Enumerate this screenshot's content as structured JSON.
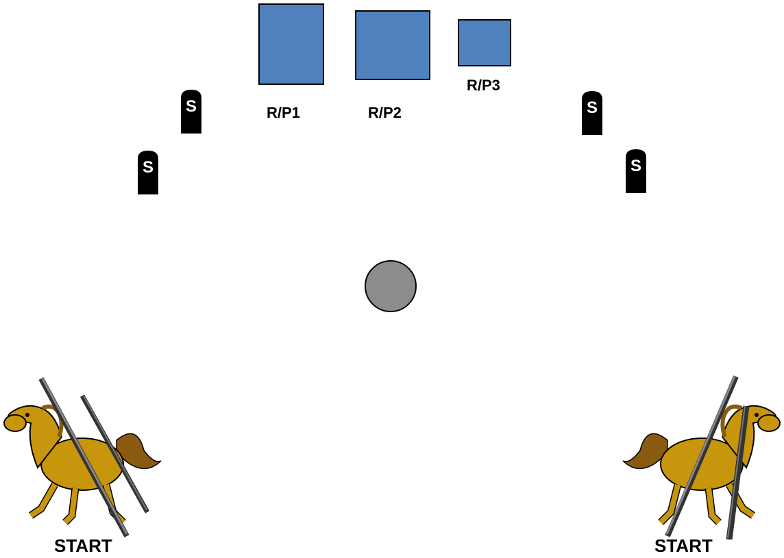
{
  "colors": {
    "box_fill": "#4f81bd",
    "barrel_fill": "#8c8c8c",
    "marker_fill": "#000000",
    "horse_fill": "#c8960c",
    "horse_mane": "#8a5a10",
    "rifle": "#555555"
  },
  "boxes": [
    {
      "label": "R/P1"
    },
    {
      "label": "R/P2"
    },
    {
      "label": "R/P3"
    }
  ],
  "markers": [
    {
      "letter": "S"
    },
    {
      "letter": "S"
    },
    {
      "letter": "S"
    },
    {
      "letter": "S"
    }
  ],
  "barrel": {
    "icon": "barrel-icon"
  },
  "starts": [
    {
      "label": "START",
      "icon": "horse-with-rifles-icon"
    },
    {
      "label": "START",
      "icon": "horse-with-rifles-icon"
    }
  ]
}
